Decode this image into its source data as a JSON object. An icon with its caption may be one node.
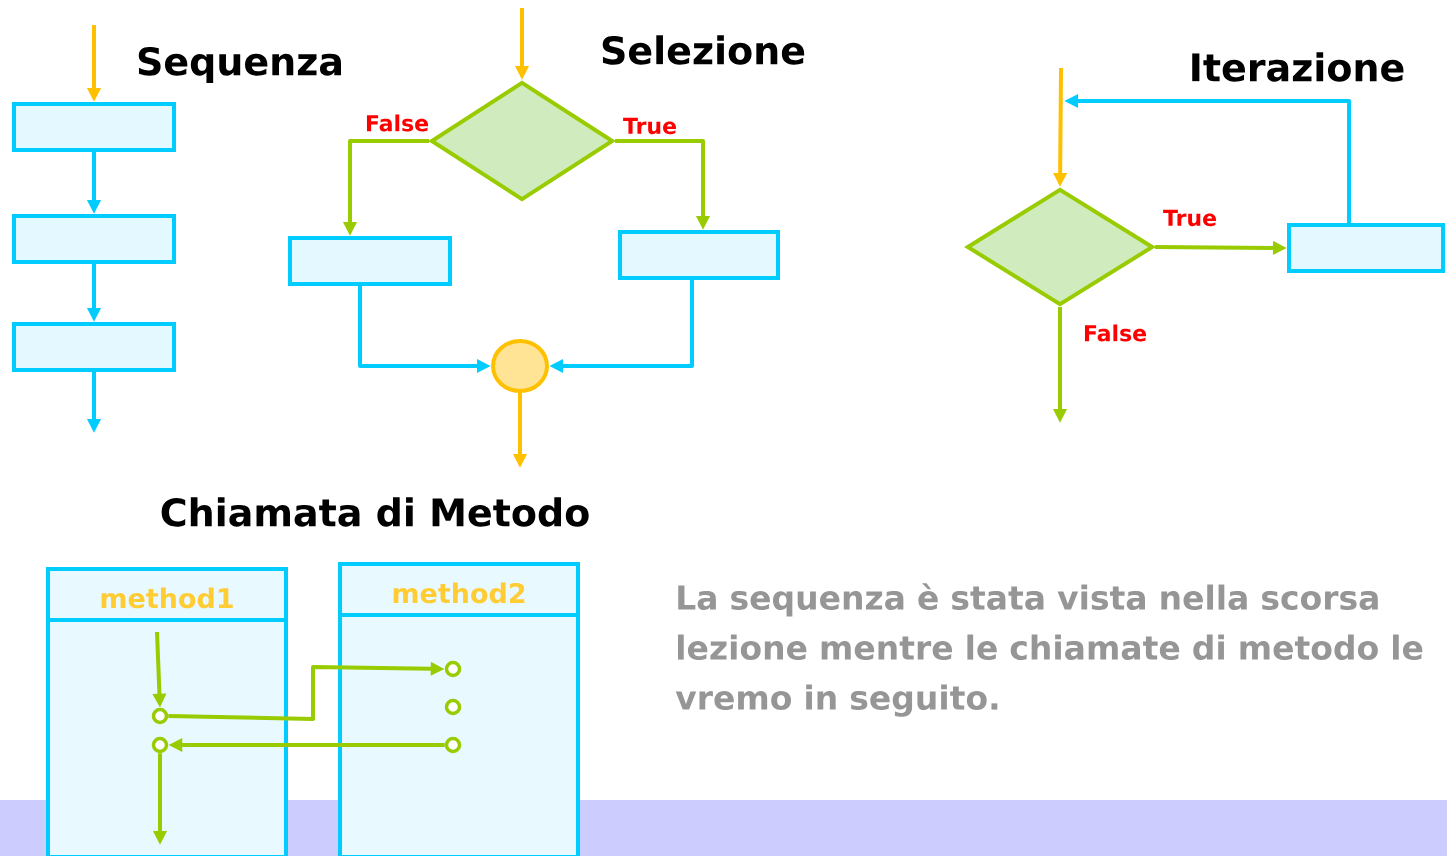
{
  "diagram": {
    "nodes": [
      {
        "text": [],
        "shape": "box"
      },
      {
        "text": [],
        "shape": "box"
      },
      {
        "text": [],
        "shape": "box"
      },
      {
        "text": [],
        "shape": "diamond"
      },
      {
        "text": [],
        "shape": "box"
      },
      {
        "text": [],
        "shape": "box"
      },
      {
        "text": [],
        "shape": "circle"
      },
      {
        "text": [],
        "shape": "diamond"
      },
      {
        "text": [],
        "shape": "box"
      },
      {
        "text": [
          "method1"
        ]
      },
      {
        "text": [
          "method2"
        ]
      },
      {
        "text": [],
        "shape": "circle",
        "in": 9
      },
      {
        "text": [],
        "shape": "circle",
        "in": 9
      },
      {
        "text": [],
        "shape": "circle",
        "in": 10
      },
      {
        "text": [],
        "shape": "circle",
        "in": 10
      },
      {
        "text": [],
        "shape": "circle",
        "in": 10
      }
    ],
    "edges": [
      {
        "from": null,
        "to": 0,
        "arrow": "to",
        "color": "#ffc000"
      },
      {
        "from": 0,
        "to": 1,
        "arrow": "to",
        "color": "#00ccff"
      },
      {
        "from": 1,
        "to": 2,
        "arrow": "to",
        "color": "#00ccff"
      },
      {
        "from": 2,
        "to": null,
        "arrow": "to",
        "color": "#00ccff"
      },
      {
        "from": null,
        "to": 3,
        "arrow": "to",
        "color": "#ffc000"
      },
      {
        "from": 3,
        "to": 4,
        "arrow": "to",
        "label": "False"
      },
      {
        "from": 3,
        "to": 5,
        "arrow": "to",
        "label": "True"
      },
      {
        "from": 4,
        "to": 6,
        "arrow": "to",
        "color": "#00ccff"
      },
      {
        "from": 5,
        "to": 6,
        "arrow": "to",
        "color": "#00ccff"
      },
      {
        "from": 6,
        "to": null,
        "arrow": "to",
        "color": "#ffc000"
      },
      {
        "from": null,
        "to": 7,
        "arrow": "to",
        "color": "#ffc000"
      },
      {
        "from": 7,
        "to": 8,
        "arrow": "to",
        "label": "True"
      },
      {
        "from": 8,
        "to": null,
        "arrow": "to",
        "color": "#00ccff"
      },
      {
        "from": 7,
        "to": null,
        "arrow": "to",
        "label": "False"
      },
      {
        "from": null,
        "to": 11,
        "arrow": "to"
      },
      {
        "from": 11,
        "to": 13,
        "arrow": "to"
      },
      {
        "from": 15,
        "to": 12,
        "arrow": "to"
      },
      {
        "from": 12,
        "to": null,
        "arrow": "to"
      }
    ],
    "labels": [
      "Sequenza",
      "Selezione",
      "Iterazione",
      "Chiamata di Metodo",
      "La sequenza è stata vista nella scorsa lezione mentre le chiamate di metodo le vremo in seguito."
    ]
  }
}
